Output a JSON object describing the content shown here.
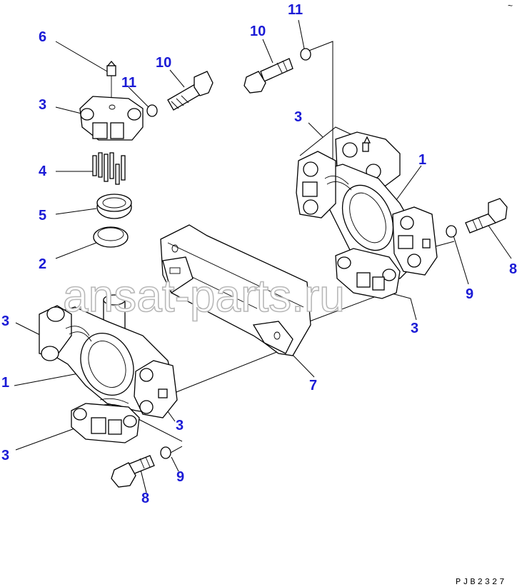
{
  "callouts": {
    "c6": "6",
    "c3a": "3",
    "c4": "4",
    "c5": "5",
    "c2": "2",
    "c10a": "10",
    "c11a": "11",
    "c10b": "10",
    "c11b": "11",
    "c3b": "3",
    "c1a": "1",
    "c8a": "8",
    "c9a": "9",
    "c3c": "3",
    "c3d": "3",
    "c1b": "1",
    "c7": "7",
    "c3e": "3",
    "c3f": "3",
    "c8b": "8",
    "c9b": "9"
  },
  "watermark": "ansat-parts.ru",
  "drawing_code": "PJB2327",
  "corner_mark": "~",
  "colors": {
    "callout": "#1a1ad6",
    "line": "#000000",
    "watermark_outline": "#b8b8b8"
  }
}
